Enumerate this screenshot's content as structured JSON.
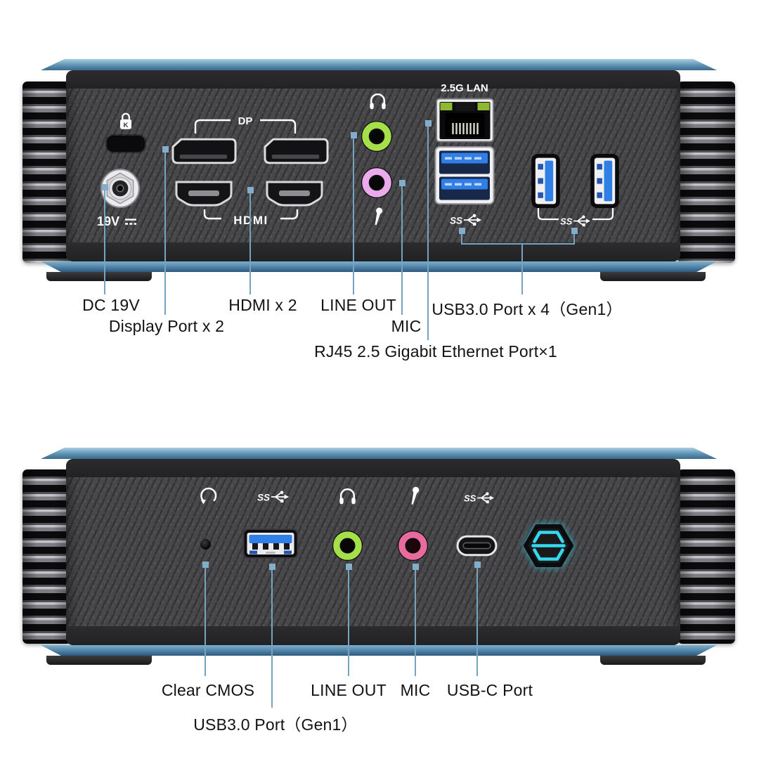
{
  "figure": {
    "description_note": ""
  },
  "marks": {
    "lan": "2.5G LAN",
    "dp": "DP",
    "hdmi": "HDMI",
    "voltage": "19V",
    "ss": "SS",
    "k": "K"
  },
  "colors": {
    "callout_line": "#76a3bf",
    "edge_blue": "#5e92b4",
    "usb_blue": "#2f7fe6",
    "line_out_green": "#a5e04a",
    "mic_pink_rear": "#eaaaec",
    "mic_pink_front": "#e96b9e",
    "power_glow_cyan": "#35d8ec",
    "lan_led_green": "#8fb832"
  },
  "rear": {
    "labels": {
      "dc": "DC 19V",
      "display_port": "Display Port x 2",
      "hdmi": "HDMI x 2",
      "line_out": "LINE OUT",
      "mic": "MIC",
      "usb": "USB3.0 Port x 4（Gen1）",
      "lan": "RJ45  2.5 Gigabit Ethernet Port×1"
    }
  },
  "front": {
    "labels": {
      "clear_cmos": "Clear CMOS",
      "usb": "USB3.0 Port（Gen1）",
      "line_out": "LINE OUT",
      "mic": "MIC",
      "usbc": "USB-C Port"
    }
  }
}
